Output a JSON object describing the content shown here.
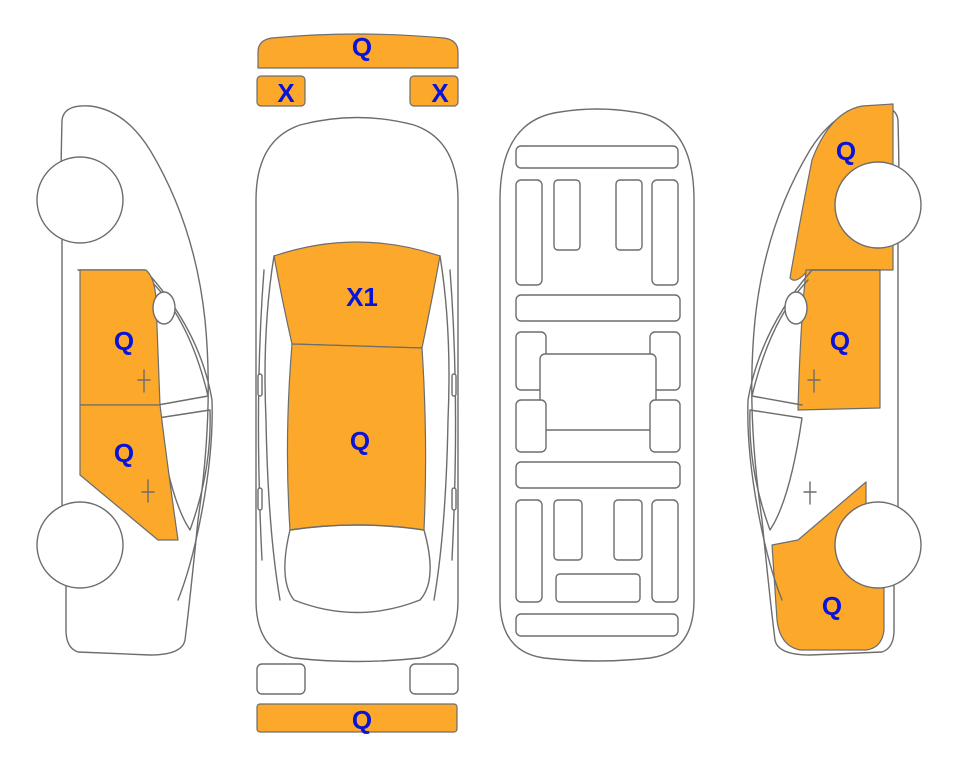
{
  "colors": {
    "damage": "#FBA82B",
    "code_text": "#0a14d8",
    "outline": "#6d6d6d",
    "background": "#ffffff"
  },
  "panels": {
    "front_bumper": "Q",
    "left_headlight": "X",
    "right_headlight": "X",
    "hood": "X1",
    "roof": "Q",
    "rear_bumper": "Q",
    "left_front_door": "Q",
    "left_rear_door": "Q",
    "right_front_fender": "Q",
    "right_front_door": "Q",
    "right_rear_quarter": "Q"
  }
}
